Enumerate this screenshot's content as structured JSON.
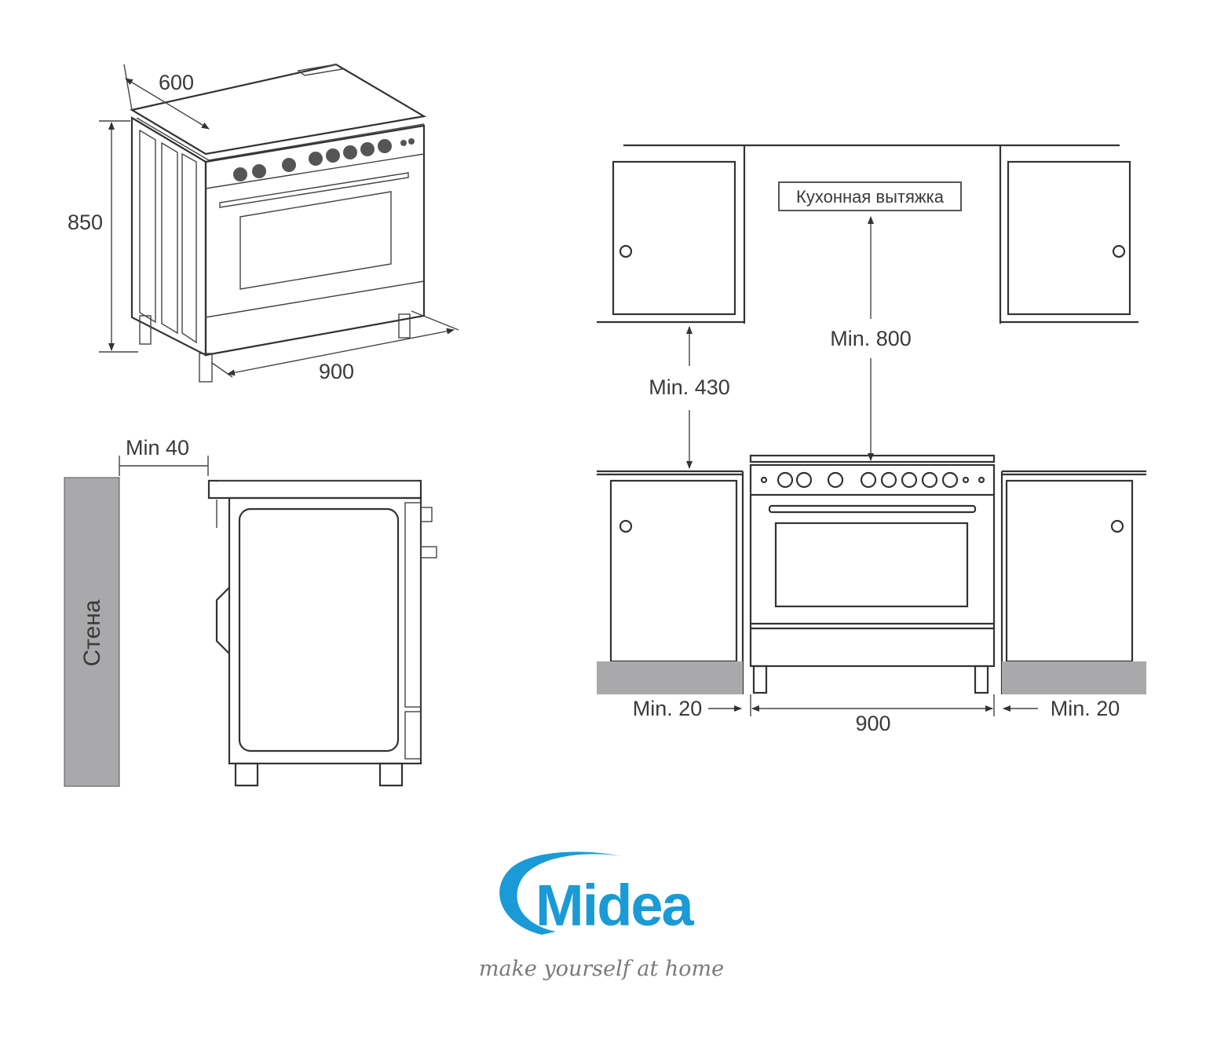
{
  "iso_view": {
    "depth_label": "600",
    "height_label": "850",
    "width_label": "900"
  },
  "side_view": {
    "clearance_label": "Min 40",
    "wall_label": "Стена"
  },
  "front_view": {
    "hood_label": "Кухонная вытяжка",
    "hood_clearance_label": "Min. 800",
    "cabinet_clearance_label": "Min. 430",
    "left_gap_label": "Min. 20",
    "right_gap_label": "Min. 20",
    "width_label": "900"
  },
  "brand": {
    "logo_text": "Midea",
    "tagline": "make yourself at home",
    "color": "#1a9ad6"
  },
  "colors": {
    "wall_fill": "#a9a9ab",
    "line": "#333333"
  }
}
